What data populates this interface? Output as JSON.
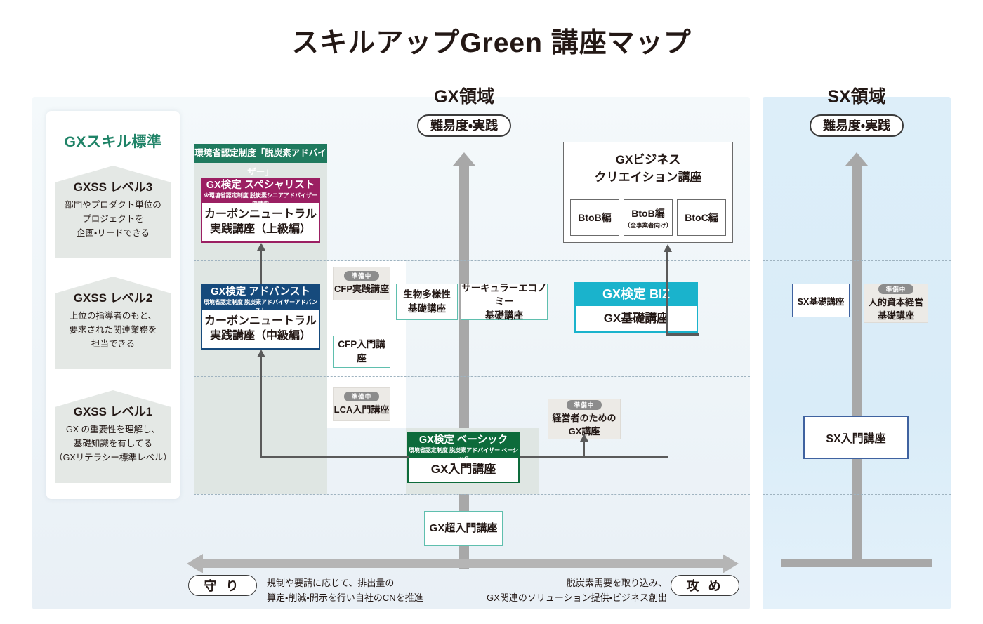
{
  "title": "スキルアップGreen 講座マップ",
  "areas": {
    "gx": {
      "heading": "GX領域",
      "difficulty_pill": "難易度・実践"
    },
    "sx": {
      "heading": "SX領域",
      "difficulty_pill": "難易度・実践"
    }
  },
  "skill_standard": {
    "title": "GXスキル標準",
    "levels": [
      {
        "name": "GXSS レベル3",
        "desc": "部門やプロダクト単位の\nプロジェクトを\n企画・リードできる"
      },
      {
        "name": "GXSS レベル2",
        "desc": "上位の指導者のもと、\n要求された関連業務を\n担当できる"
      },
      {
        "name": "GXSS レベル1",
        "desc": "GX の重要性を理解し、\n基礎知識を有してる\n（GXリテラシー標準レベル）"
      }
    ]
  },
  "moe_banner": "環境省認定制度「脱炭素アドバイザー」",
  "courses": {
    "specialist": {
      "cert": "GX検定 スペシャリスト",
      "cert_note": "※環境省認定制度 脱炭素シニアアドバイザー 申請中",
      "name": "カーボンニュートラル\n実践講座（上級編）"
    },
    "advanced": {
      "cert": "GX検定 アドバンスト",
      "cert_note": "環境省認定制度 脱炭素アドバイザーアドバンスト",
      "name": "カーボンニュートラル\n実践講座（中級編）"
    },
    "basic": {
      "cert": "GX検定 ベーシック",
      "cert_note": "環境省認定制度 脱炭素アドバイザー ベーシック",
      "name": "GX入門講座"
    },
    "biz": {
      "cert": "GX検定 BIZ",
      "name": "GX基礎講座"
    },
    "cfp_practice": {
      "badge": "準備中",
      "name": "CFP実践講座"
    },
    "cfp_intro": {
      "name": "CFP入門講座"
    },
    "lca_intro": {
      "badge": "準備中",
      "name": "LCA入門講座"
    },
    "biodiversity": {
      "name": "生物多様性\n基礎講座"
    },
    "circular_economy": {
      "name": "サーキュラーエコノミー\n基礎講座"
    },
    "executive_gx": {
      "badge": "準備中",
      "name": "経営者のための\nGX講座"
    },
    "gx_super_intro": {
      "name": "GX超入門講座"
    },
    "biz_creation": {
      "title": "GXビジネス\nクリエイション講座",
      "variants": [
        {
          "label": "BtoB編",
          "note": ""
        },
        {
          "label": "BtoB編",
          "note": "（全事業者向け）"
        },
        {
          "label": "BtoC編",
          "note": ""
        }
      ]
    },
    "sx_basic": {
      "name": "SX基礎講座"
    },
    "sx_intro": {
      "name": "SX入門講座"
    },
    "human_capital": {
      "badge": "準備中",
      "name": "人的資本経営\n基礎講座"
    }
  },
  "bottom_axis": {
    "left_pill": "守 り",
    "left_caption": "規制や要請に応じて、排出量の\n算定・削減・開示を行い自社のCNを推進",
    "right_pill": "攻 め",
    "right_caption": "脱炭素需要を取り込み、\nGX関連のソリューション提供・ビジネス創出"
  },
  "colors": {
    "moe_green": "#1f7a5e",
    "specialist_magenta": "#9b1f62",
    "advanced_blue": "#164a7c",
    "basic_green": "#0d6b3b",
    "biz_cyan": "#1ab3cc",
    "teal_outline": "#5fbfae",
    "sx_blue": "#3f62a0",
    "skill_title_green": "#1f8367",
    "gx_panel_bg": "#f1f7fa",
    "sx_panel_bg": "#dcedf8",
    "axis_gray": "#a8a8a8",
    "connector_gray": "#5a5a5a"
  }
}
